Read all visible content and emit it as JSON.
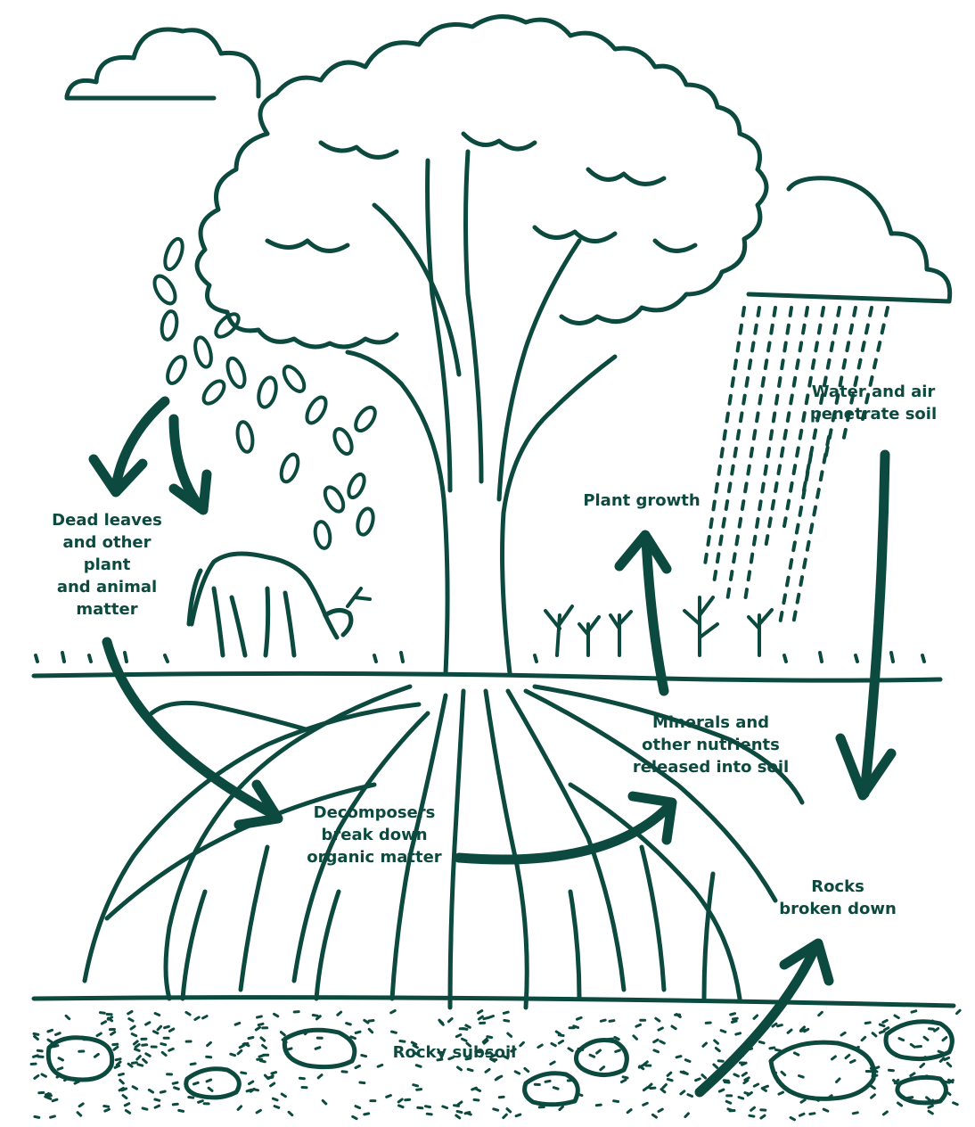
{
  "colors": {
    "ink": "#0c4a3f",
    "background": "#ffffff"
  },
  "labels": {
    "dead_leaves": [
      "Dead leaves",
      "and other",
      "plant",
      "and animal",
      "matter"
    ],
    "decomposers": [
      "Decomposers",
      "break down",
      "organic matter"
    ],
    "plant_growth": [
      "Plant growth"
    ],
    "minerals": [
      "Minerals and",
      "other nutrients",
      "released into soil"
    ],
    "water_air": [
      "Water and air",
      "penetrate soil"
    ],
    "rocks": [
      "Rocks",
      "broken down"
    ],
    "subsoil": [
      "Rocky subsoil"
    ]
  },
  "icons": [
    "cloud-icon",
    "cloud-icon",
    "tree-illustration",
    "deer-illustration",
    "rain-illustration",
    "roots-illustration",
    "rock-illustration"
  ]
}
